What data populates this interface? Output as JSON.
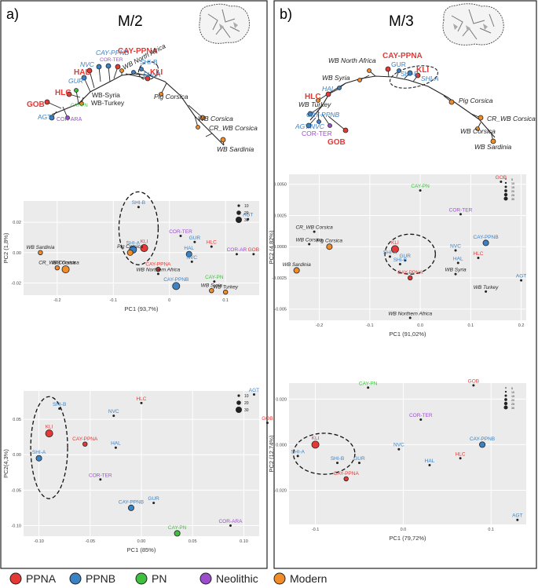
{
  "figure": {
    "panel_a_label": "a)",
    "panel_b_label": "b)",
    "left_title": "M/2",
    "right_title": "M/3"
  },
  "colors": {
    "PPNA": "#e53935",
    "PPNB": "#3b82c4",
    "PN": "#3fbf3f",
    "Neolithic": "#9c4dcc",
    "Modern": "#f28c28",
    "Other": "#222222"
  },
  "legend": [
    {
      "label": "PPNA",
      "group": "PPNA"
    },
    {
      "label": "PPNB",
      "group": "PPNB"
    },
    {
      "label": "PN",
      "group": "PN"
    },
    {
      "label": "Neolithic",
      "group": "Neolithic"
    },
    {
      "label": "Modern",
      "group": "Modern"
    }
  ],
  "trees": {
    "left": [
      {
        "label": "GOB",
        "group": "PPNA",
        "bold": true
      },
      {
        "label": "AGT",
        "group": "PPNB"
      },
      {
        "label": "COR-ARA",
        "group": "Neolithic"
      },
      {
        "label": "HLC",
        "group": "PPNA",
        "bold": true
      },
      {
        "label": "CAY-PN",
        "group": "PN"
      },
      {
        "label": "WB-Syria",
        "group": "Other"
      },
      {
        "label": "WB-Turkey",
        "group": "Other"
      },
      {
        "label": "GUR",
        "group": "PPNB"
      },
      {
        "label": "HAL",
        "group": "PPNA",
        "bold": true
      },
      {
        "label": "NVC",
        "group": "PPNB"
      },
      {
        "label": "CAY-PPNB",
        "group": "PPNB"
      },
      {
        "label": "COR-TER",
        "group": "Neolithic"
      },
      {
        "label": "CAY-PPNA",
        "group": "PPNA",
        "bold": true
      },
      {
        "label": "WB North Africa",
        "group": "Other"
      },
      {
        "label": "SHI-B",
        "group": "PPNB"
      },
      {
        "label": "KLI",
        "group": "PPNA",
        "bold": true
      },
      {
        "label": "SHI-A",
        "group": "PPNB"
      },
      {
        "label": "Pig Corsica",
        "group": "Other"
      },
      {
        "label": "WB Corsica",
        "group": "Other"
      },
      {
        "label": "CR_WB Corsica",
        "group": "Other"
      },
      {
        "label": "WB Sardinia",
        "group": "Other"
      }
    ],
    "right": [
      {
        "label": "WB North Africa",
        "group": "Other"
      },
      {
        "label": "CAY-PPNA",
        "group": "PPNA",
        "bold": true
      },
      {
        "label": "GUR",
        "group": "PPNB"
      },
      {
        "label": "SHI-B",
        "group": "PPNB"
      },
      {
        "label": "KLI",
        "group": "PPNA",
        "bold": true
      },
      {
        "label": "SHI-A",
        "group": "PPNB"
      },
      {
        "label": "WB Syria",
        "group": "Other"
      },
      {
        "label": "HAL",
        "group": "PPNB"
      },
      {
        "label": "HLC",
        "group": "PPNA",
        "bold": true
      },
      {
        "label": "WB Turkey",
        "group": "Other"
      },
      {
        "label": "CAY-PPNB",
        "group": "PPNB"
      },
      {
        "label": "AGT",
        "group": "PPNB"
      },
      {
        "label": "NVC",
        "group": "PPNB"
      },
      {
        "label": "COR-TER",
        "group": "Neolithic"
      },
      {
        "label": "GOB",
        "group": "PPNA",
        "bold": true
      },
      {
        "label": "Pig Corsica",
        "group": "Other"
      },
      {
        "label": "CR_WB Corsica",
        "group": "Other"
      },
      {
        "label": "WB Corsica",
        "group": "Other"
      },
      {
        "label": "WB Sardinia",
        "group": "Other"
      }
    ]
  },
  "chart_data": [
    {
      "id": "left-pca-1",
      "type": "scatter",
      "xlabel": "PC1 (93,7%)",
      "ylabel": "PC2 (1,8%)",
      "xlim": [
        -0.26,
        0.16
      ],
      "ylim": [
        -0.028,
        0.034
      ],
      "xticks": [
        {
          "v": -0.2,
          "t": "-0.2"
        },
        {
          "v": -0.1,
          "t": "-0.1"
        },
        {
          "v": 0.0,
          "t": "0"
        },
        {
          "v": 0.1,
          "t": "0.1"
        }
      ],
      "yticks": [
        {
          "v": -0.02,
          "t": "-0.02"
        },
        {
          "v": 0.0,
          "t": "0.00"
        },
        {
          "v": 0.02,
          "t": "0.02"
        }
      ],
      "size_legend": [
        "10",
        "20",
        "30"
      ],
      "ellipses": [
        {
          "cx": -0.055,
          "cy": 0.016,
          "rx": 0.035,
          "ry": 0.024
        }
      ],
      "points": [
        {
          "label": "SHI-B",
          "group": "PPNB",
          "x": -0.055,
          "y": 0.03,
          "s": 2
        },
        {
          "label": "AGT",
          "group": "PPNB",
          "x": 0.14,
          "y": 0.022,
          "s": 2
        },
        {
          "label": "COR-TER",
          "group": "Neolithic",
          "x": 0.02,
          "y": 0.011,
          "s": 2
        },
        {
          "label": "GUR",
          "group": "PPNB",
          "x": 0.045,
          "y": 0.007,
          "s": 2
        },
        {
          "label": "HLC",
          "group": "PPNA",
          "x": 0.075,
          "y": 0.004,
          "s": 2
        },
        {
          "label": "SHI-A",
          "group": "PPNB",
          "x": -0.065,
          "y": 0.002,
          "s": 5
        },
        {
          "label": "KLI",
          "group": "PPNA",
          "x": -0.045,
          "y": 0.003,
          "s": 5
        },
        {
          "label": "HAL",
          "group": "PPNB",
          "x": 0.035,
          "y": -0.001,
          "s": 4
        },
        {
          "label": "COR-AR",
          "group": "Neolithic",
          "x": 0.12,
          "y": -0.001,
          "s": 2
        },
        {
          "label": "GOB",
          "group": "PPNA",
          "x": 0.15,
          "y": -0.001,
          "s": 2
        },
        {
          "label": "NVC",
          "group": "PPNB",
          "x": 0.04,
          "y": -0.006,
          "s": 2
        },
        {
          "label": "Pig Corsica",
          "group": "Modern",
          "x": -0.07,
          "y": 0.0,
          "s": 4
        },
        {
          "label": "WB Sardinia",
          "group": "Modern",
          "x": -0.23,
          "y": 0.0,
          "s": 3
        },
        {
          "label": "CR_WB Corsica",
          "group": "Modern",
          "x": -0.2,
          "y": -0.01,
          "s": 3
        },
        {
          "label": "WB Corsica",
          "group": "Modern",
          "x": -0.185,
          "y": -0.011,
          "s": 5
        },
        {
          "label": "CAY-PPNA",
          "group": "PPNA",
          "x": -0.02,
          "y": -0.011,
          "s": 3
        },
        {
          "label": "WB Northern Africa",
          "group": "Modern",
          "x": -0.02,
          "y": -0.014,
          "s": 2
        },
        {
          "label": "CAY-PN",
          "group": "PN",
          "x": 0.08,
          "y": -0.019,
          "s": 2
        },
        {
          "label": "CAY-PPNB",
          "group": "PPNB",
          "x": 0.012,
          "y": -0.022,
          "s": 5
        },
        {
          "label": "WB Syria",
          "group": "Modern",
          "x": 0.075,
          "y": -0.025,
          "s": 3
        },
        {
          "label": "WB Turkey",
          "group": "Modern",
          "x": 0.1,
          "y": -0.026,
          "s": 3
        }
      ]
    },
    {
      "id": "left-pca-2",
      "type": "scatter",
      "xlabel": "PC1 (85%)",
      "ylabel": "PC2(4,3%)",
      "xlim": [
        -0.115,
        0.115
      ],
      "ylim": [
        -0.115,
        0.09
      ],
      "xticks": [
        {
          "v": -0.1,
          "t": "-0.10"
        },
        {
          "v": -0.05,
          "t": "-0.05"
        },
        {
          "v": 0.0,
          "t": "0.00"
        },
        {
          "v": 0.05,
          "t": "0.05"
        },
        {
          "v": 0.1,
          "t": "0.10"
        }
      ],
      "yticks": [
        {
          "v": -0.1,
          "t": "-0.10"
        },
        {
          "v": -0.05,
          "t": "-0.05"
        },
        {
          "v": 0.0,
          "t": "0.00"
        },
        {
          "v": 0.05,
          "t": "0.05"
        }
      ],
      "size_legend": [
        "10",
        "20",
        "30"
      ],
      "ellipses": [
        {
          "cx": -0.09,
          "cy": 0.01,
          "rx": 0.018,
          "ry": 0.072
        }
      ],
      "points": [
        {
          "label": "AGT",
          "group": "PPNB",
          "x": 0.11,
          "y": 0.085,
          "s": 2
        },
        {
          "label": "HLC",
          "group": "PPNA",
          "x": 0.0,
          "y": 0.073,
          "s": 2
        },
        {
          "label": "SHI-B",
          "group": "PPNB",
          "x": -0.08,
          "y": 0.065,
          "s": 2
        },
        {
          "label": "NVC",
          "group": "PPNB",
          "x": -0.027,
          "y": 0.055,
          "s": 2
        },
        {
          "label": "GOB",
          "group": "PPNA",
          "x": 0.123,
          "y": 0.045,
          "s": 2
        },
        {
          "label": "KLI",
          "group": "PPNA",
          "x": -0.09,
          "y": 0.03,
          "s": 5
        },
        {
          "label": "CAY-PPNA",
          "group": "PPNA",
          "x": -0.055,
          "y": 0.015,
          "s": 3
        },
        {
          "label": "HAL",
          "group": "PPNB",
          "x": -0.025,
          "y": 0.01,
          "s": 2
        },
        {
          "label": "SHI-A",
          "group": "PPNB",
          "x": -0.1,
          "y": -0.005,
          "s": 4
        },
        {
          "label": "COR-TER",
          "group": "Neolithic",
          "x": -0.04,
          "y": -0.035,
          "s": 2
        },
        {
          "label": "GUR",
          "group": "PPNB",
          "x": 0.012,
          "y": -0.068,
          "s": 2
        },
        {
          "label": "CAY-PPNB",
          "group": "PPNB",
          "x": -0.01,
          "y": -0.075,
          "s": 4
        },
        {
          "label": "COR-ARA",
          "group": "Neolithic",
          "x": 0.087,
          "y": -0.1,
          "s": 2
        },
        {
          "label": "CAY-PN",
          "group": "PN",
          "x": 0.035,
          "y": -0.111,
          "s": 4
        }
      ]
    },
    {
      "id": "right-pca-1",
      "type": "scatter",
      "xlabel": "PC1 (91,02%)",
      "ylabel": "PC2 (4,82%)",
      "xlim": [
        -0.26,
        0.21
      ],
      "ylim": [
        -0.0059,
        0.0058
      ],
      "xticks": [
        {
          "v": -0.2,
          "t": "-0.2"
        },
        {
          "v": -0.1,
          "t": "-0.1"
        },
        {
          "v": 0.0,
          "t": "0.0"
        },
        {
          "v": 0.1,
          "t": "0.1"
        },
        {
          "v": 0.2,
          "t": "0.2"
        }
      ],
      "yticks": [
        {
          "v": -0.005,
          "t": "-0.005"
        },
        {
          "v": -0.0025,
          "t": "-0.0025"
        },
        {
          "v": 0.0,
          "t": "0.0000"
        },
        {
          "v": 0.0025,
          "t": "0.0025"
        },
        {
          "v": 0.005,
          "t": "0.0050"
        }
      ],
      "size_legend": [
        "5",
        "10",
        "15",
        "20",
        "25",
        "30"
      ],
      "ellipses": [
        {
          "cx": -0.02,
          "cy": -0.0006,
          "rx": 0.05,
          "ry": 0.0016
        }
      ],
      "points": [
        {
          "label": "GOB",
          "group": "PPNA",
          "x": 0.16,
          "y": 0.0052,
          "s": 2
        },
        {
          "label": "CAY-PN",
          "group": "PN",
          "x": 0.0,
          "y": 0.0045,
          "s": 2
        },
        {
          "label": "COR-TER",
          "group": "Neolithic",
          "x": 0.08,
          "y": 0.0026,
          "s": 2
        },
        {
          "label": "CR_WB Corsica",
          "group": "Modern",
          "x": -0.21,
          "y": 0.0012,
          "s": 2
        },
        {
          "label": "WB Corsica",
          "group": "Modern",
          "x": -0.22,
          "y": 0.0002,
          "s": 2
        },
        {
          "label": "Pig Corsica",
          "group": "Modern",
          "x": -0.18,
          "y": 0.0,
          "s": 4
        },
        {
          "label": "KLI",
          "group": "PPNA",
          "x": -0.05,
          "y": -0.0002,
          "s": 5
        },
        {
          "label": "NVC",
          "group": "PPNB",
          "x": 0.07,
          "y": -0.0003,
          "s": 2
        },
        {
          "label": "CAY-PPNB",
          "group": "PPNB",
          "x": 0.13,
          "y": 0.0003,
          "s": 4
        },
        {
          "label": "SHI-A",
          "group": "PPNB",
          "x": -0.06,
          "y": -0.0008,
          "s": 2
        },
        {
          "label": "GUR",
          "group": "PPNB",
          "x": -0.03,
          "y": -0.0011,
          "s": 2
        },
        {
          "label": "HLC",
          "group": "PPNA",
          "x": 0.115,
          "y": -0.0009,
          "s": 2
        },
        {
          "label": "SHI-B",
          "group": "PPNB",
          "x": -0.04,
          "y": -0.0014,
          "s": 2
        },
        {
          "label": "HAL",
          "group": "PPNB",
          "x": 0.075,
          "y": -0.0013,
          "s": 2
        },
        {
          "label": "CAY-PPNA",
          "group": "PPNA",
          "x": -0.02,
          "y": -0.0025,
          "s": 3
        },
        {
          "label": "WB Syria",
          "group": "Modern",
          "x": 0.07,
          "y": -0.0022,
          "s": 2
        },
        {
          "label": "AGT",
          "group": "PPNB",
          "x": 0.2,
          "y": -0.0027,
          "s": 2
        },
        {
          "label": "WB Sardinia",
          "group": "Modern",
          "x": -0.245,
          "y": -0.0019,
          "s": 4
        },
        {
          "label": "WB Turkey",
          "group": "Modern",
          "x": 0.13,
          "y": -0.0036,
          "s": 2
        },
        {
          "label": "WB Northern Africa",
          "group": "Modern",
          "x": -0.02,
          "y": -0.0057,
          "s": 2
        }
      ]
    },
    {
      "id": "right-pca-2",
      "type": "scatter",
      "xlabel": "PC1 (79,72%)",
      "ylabel": "PC2 (12,74%)",
      "xlim": [
        -0.13,
        0.14
      ],
      "ylim": [
        -0.035,
        0.027
      ],
      "xticks": [
        {
          "v": -0.1,
          "t": "-0.1"
        },
        {
          "v": 0.0,
          "t": "0.0"
        },
        {
          "v": 0.1,
          "t": "0.1"
        }
      ],
      "yticks": [
        {
          "v": -0.02,
          "t": "-0.020"
        },
        {
          "v": 0.0,
          "t": "0.000"
        },
        {
          "v": 0.02,
          "t": "0.020"
        }
      ],
      "size_legend": [
        "5",
        "10",
        "15",
        "20",
        "25",
        "30"
      ],
      "ellipses": [
        {
          "cx": -0.09,
          "cy": -0.004,
          "rx": 0.035,
          "ry": 0.009
        }
      ],
      "points": [
        {
          "label": "CAY-PN",
          "group": "PN",
          "x": -0.04,
          "y": 0.025,
          "s": 2
        },
        {
          "label": "GOB",
          "group": "PPNA",
          "x": 0.08,
          "y": 0.026,
          "s": 2
        },
        {
          "label": "COR-TER",
          "group": "Neolithic",
          "x": 0.02,
          "y": 0.011,
          "s": 2
        },
        {
          "label": "KLI",
          "group": "PPNA",
          "x": -0.1,
          "y": 0.0,
          "s": 5
        },
        {
          "label": "CAY-PPNB",
          "group": "PPNB",
          "x": 0.09,
          "y": 0.0,
          "s": 4
        },
        {
          "label": "NVC",
          "group": "PPNB",
          "x": -0.005,
          "y": -0.002,
          "s": 2
        },
        {
          "label": "SHI-A",
          "group": "PPNB",
          "x": -0.12,
          "y": -0.005,
          "s": 2
        },
        {
          "label": "HLC",
          "group": "PPNA",
          "x": 0.065,
          "y": -0.006,
          "s": 2
        },
        {
          "label": "SHI-B",
          "group": "PPNB",
          "x": -0.075,
          "y": -0.008,
          "s": 2
        },
        {
          "label": "GUR",
          "group": "PPNB",
          "x": -0.05,
          "y": -0.008,
          "s": 2
        },
        {
          "label": "HAL",
          "group": "PPNB",
          "x": 0.03,
          "y": -0.009,
          "s": 2
        },
        {
          "label": "CAY-PPNA",
          "group": "PPNA",
          "x": -0.065,
          "y": -0.015,
          "s": 3
        },
        {
          "label": "AGT",
          "group": "PPNB",
          "x": 0.13,
          "y": -0.033,
          "s": 2
        }
      ]
    }
  ]
}
